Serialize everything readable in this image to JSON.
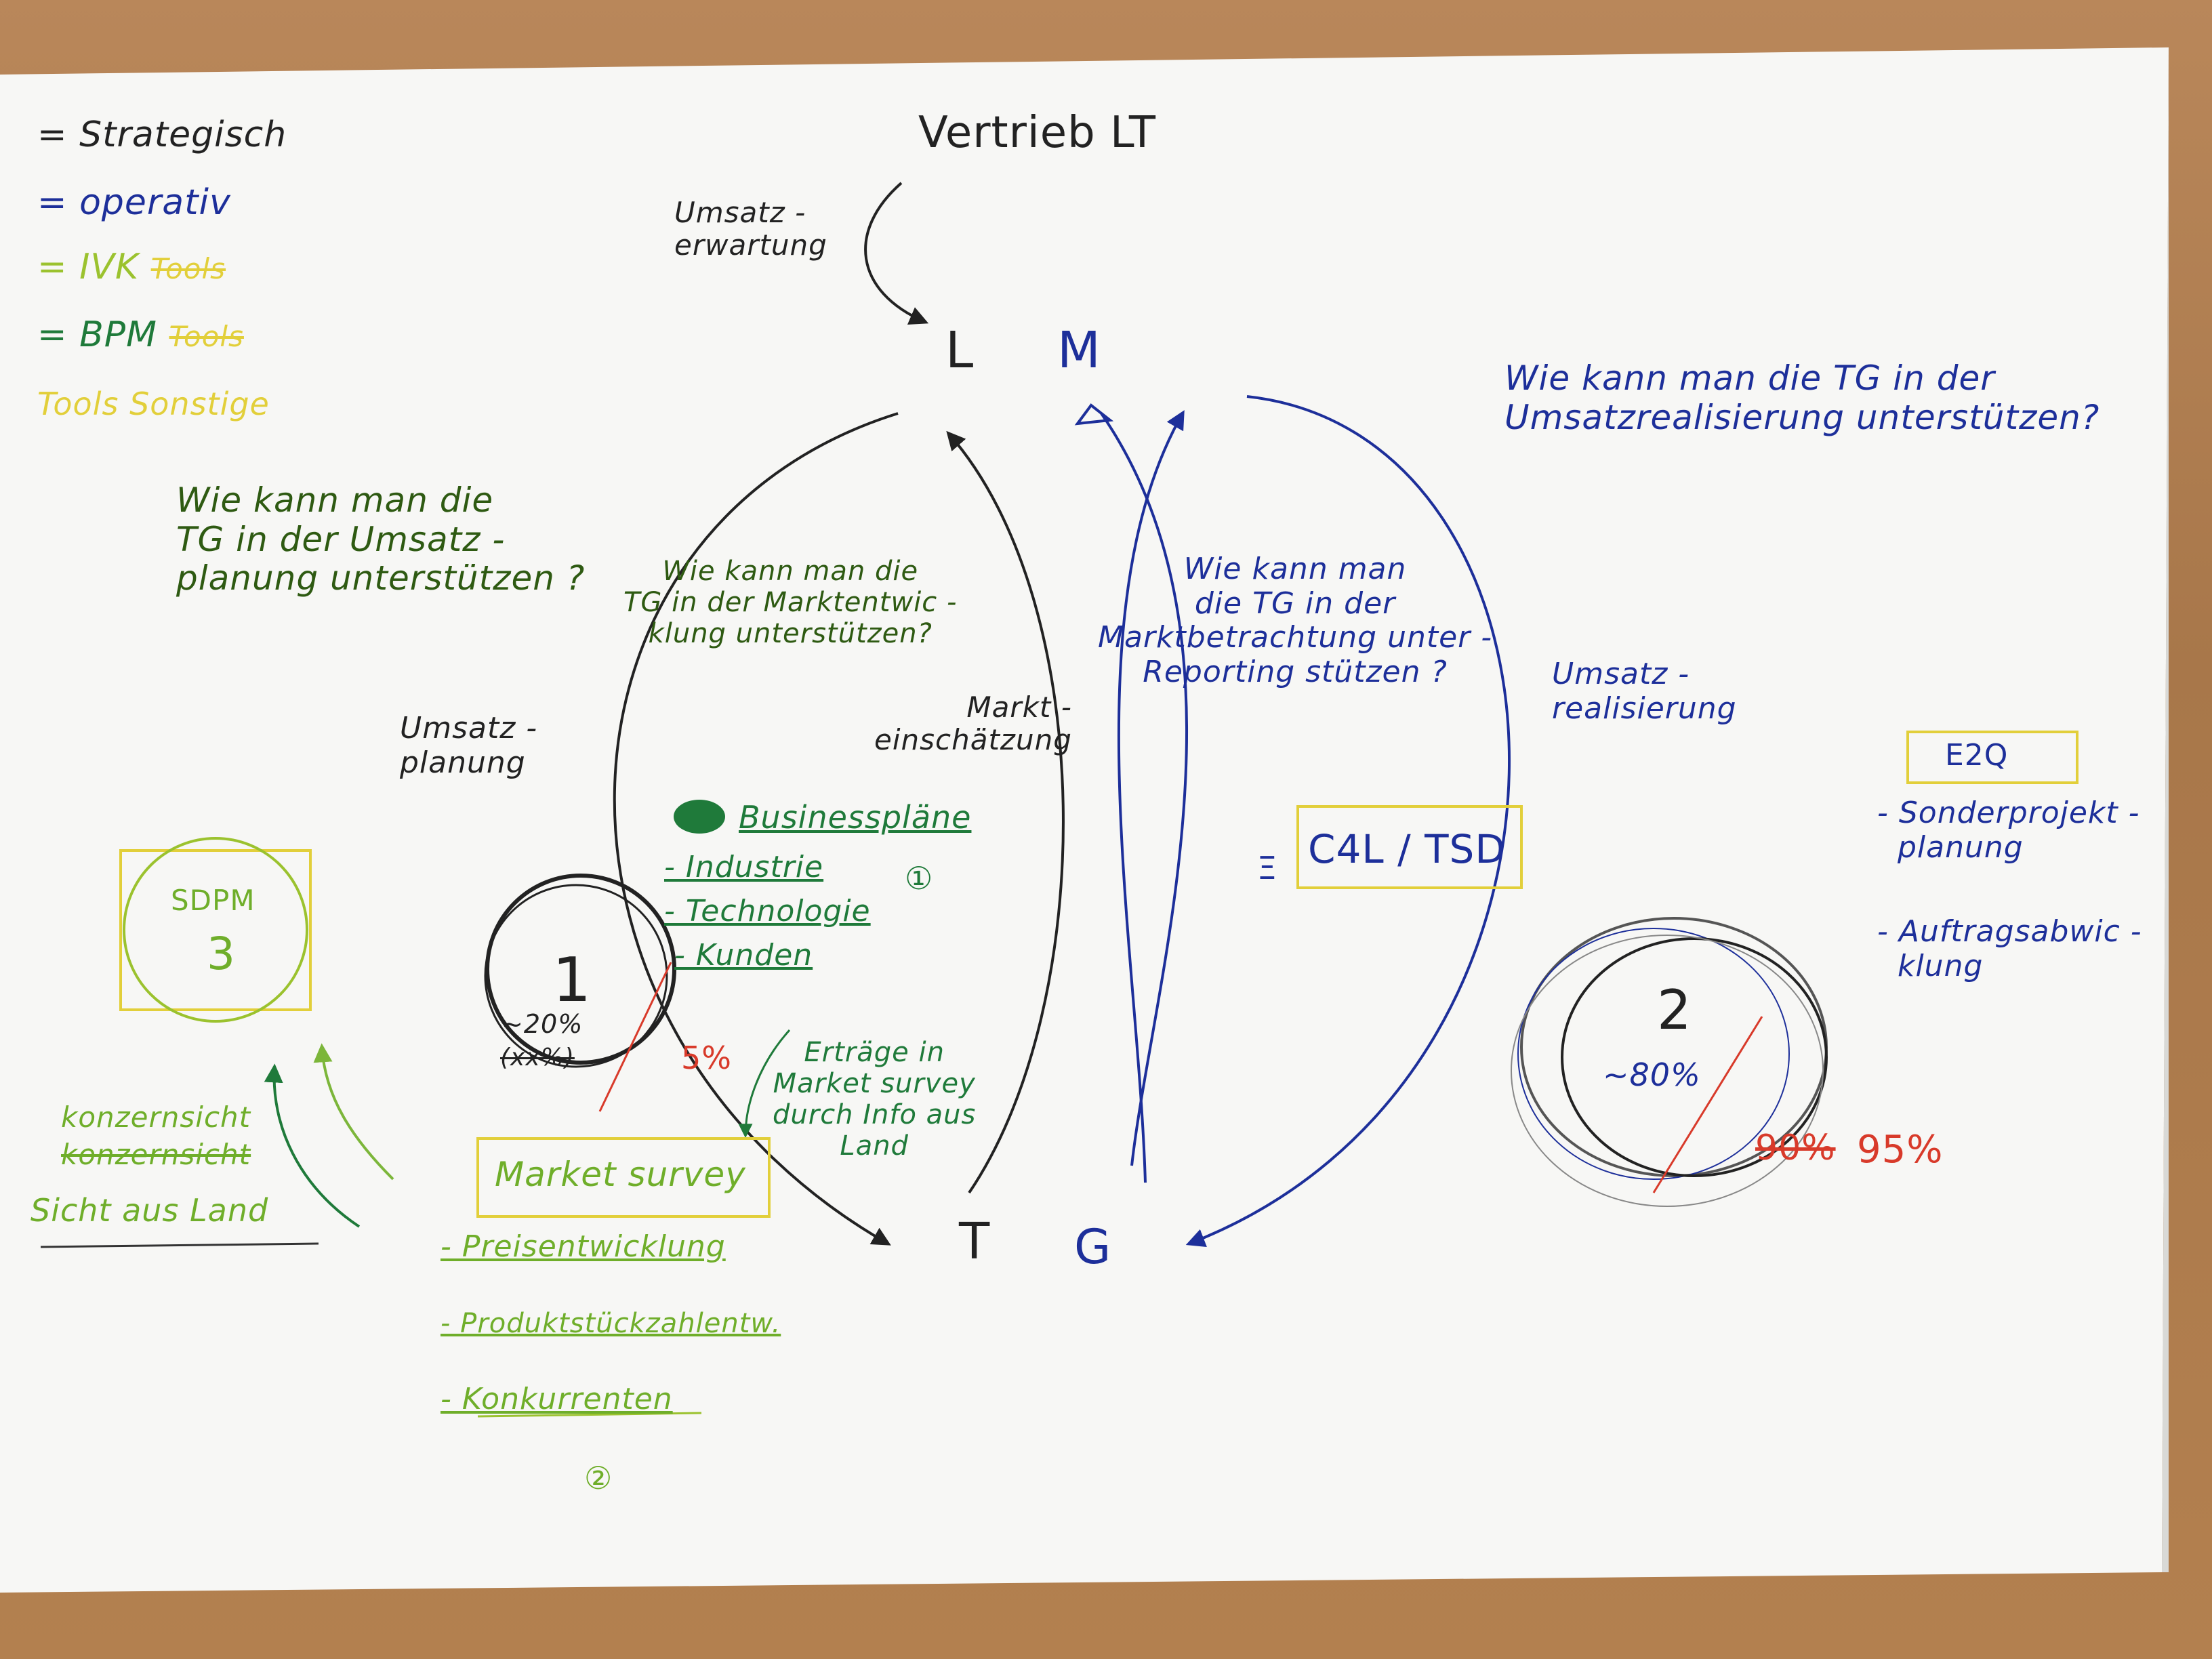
{
  "legend": [
    {
      "label": "= Strategisch",
      "color": "#222222"
    },
    {
      "label": "= operativ",
      "color": "#1d2f9a"
    },
    {
      "label": "= IVK",
      "color": "#9bc22e",
      "struck": "Tools"
    },
    {
      "label": "= BPM",
      "color": "#1f7a3a",
      "struck": "Tools"
    },
    {
      "label": "Tools Sonstige",
      "color": "#e2cf3a"
    }
  ],
  "title": "Vertrieb LT",
  "nodes": {
    "l": "L",
    "m": "M",
    "t": "T",
    "g": "G"
  },
  "flows": {
    "umsatz_erwartung": "Umsatz -\nerwartung",
    "umsatz_planung": "Umsatz -\nplanung",
    "markt_einschaetzung": "Markt -\neinschätzung",
    "umsatz_realisierung": "Umsatz -\nrealisierung"
  },
  "questions": {
    "planung": "Wie kann man die\nTG in der Umsatz -\nplanung unterstützen ?",
    "markt": "Wie kann man die\nTG in der Marktentwic -\nklung unterstützen?",
    "reporting": "Wie kann man\ndie TG in der\nMarktbetrachtung unter -\nReporting stützen ?",
    "realisierung": "Wie kann man die TG in der\nUmsatzrealisierung unterstützen?"
  },
  "section1": {
    "marker": "①",
    "heading": "Businesspläne",
    "items": [
      "- Industrie",
      "- Technologie",
      "- Kunden"
    ]
  },
  "circle1": {
    "number": "1",
    "percent": "~20%",
    "struck": "(xx%)",
    "red_percent": "5%"
  },
  "ertraege": "Erträge in\nMarket survey\ndurch Info aus\nLand",
  "market_survey": {
    "label": "Market survey",
    "marker": "②",
    "items": [
      "- Preisentwicklung",
      "- Produktstückzahlentw.",
      "- Konkurrenten"
    ]
  },
  "sdpm": {
    "label": "SDPM",
    "number": "3"
  },
  "konzern": {
    "line1": "konzernsicht",
    "line2": "konzernsicht",
    "line3": "Sicht aus Land"
  },
  "c4l": {
    "symbol": "Ξ",
    "label": "C4L / TSD"
  },
  "e2q": {
    "label": "E2Q",
    "items": [
      "- Sonderprojekt -\n  planung",
      "- Auftragsabwic -\n  klung"
    ]
  },
  "circle2": {
    "number": "2",
    "percent": "~80%",
    "red_struck": "90%",
    "red_percent": "95%"
  }
}
